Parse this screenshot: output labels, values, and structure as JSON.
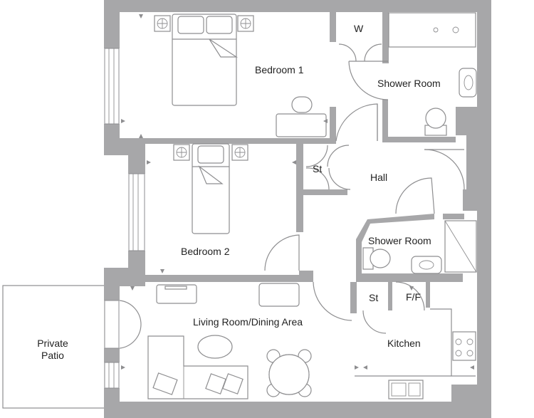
{
  "rooms": {
    "bedroom1": "Bedroom 1",
    "wardrobe": "W",
    "shower_room_1": "Shower Room",
    "store_hall": "St",
    "hall": "Hall",
    "bedroom2": "Bedroom 2",
    "shower_room_2": "Shower Room",
    "store_kitchen": "St",
    "fridge_freezer": "F/F",
    "living_dining": "Living Room/Dining Area",
    "kitchen": "Kitchen",
    "patio_line1": "Private",
    "patio_line2": "Patio"
  },
  "colors": {
    "wall": "#a7a7a9",
    "line": "#8e8e90",
    "text": "#222222",
    "background": "#ffffff"
  }
}
